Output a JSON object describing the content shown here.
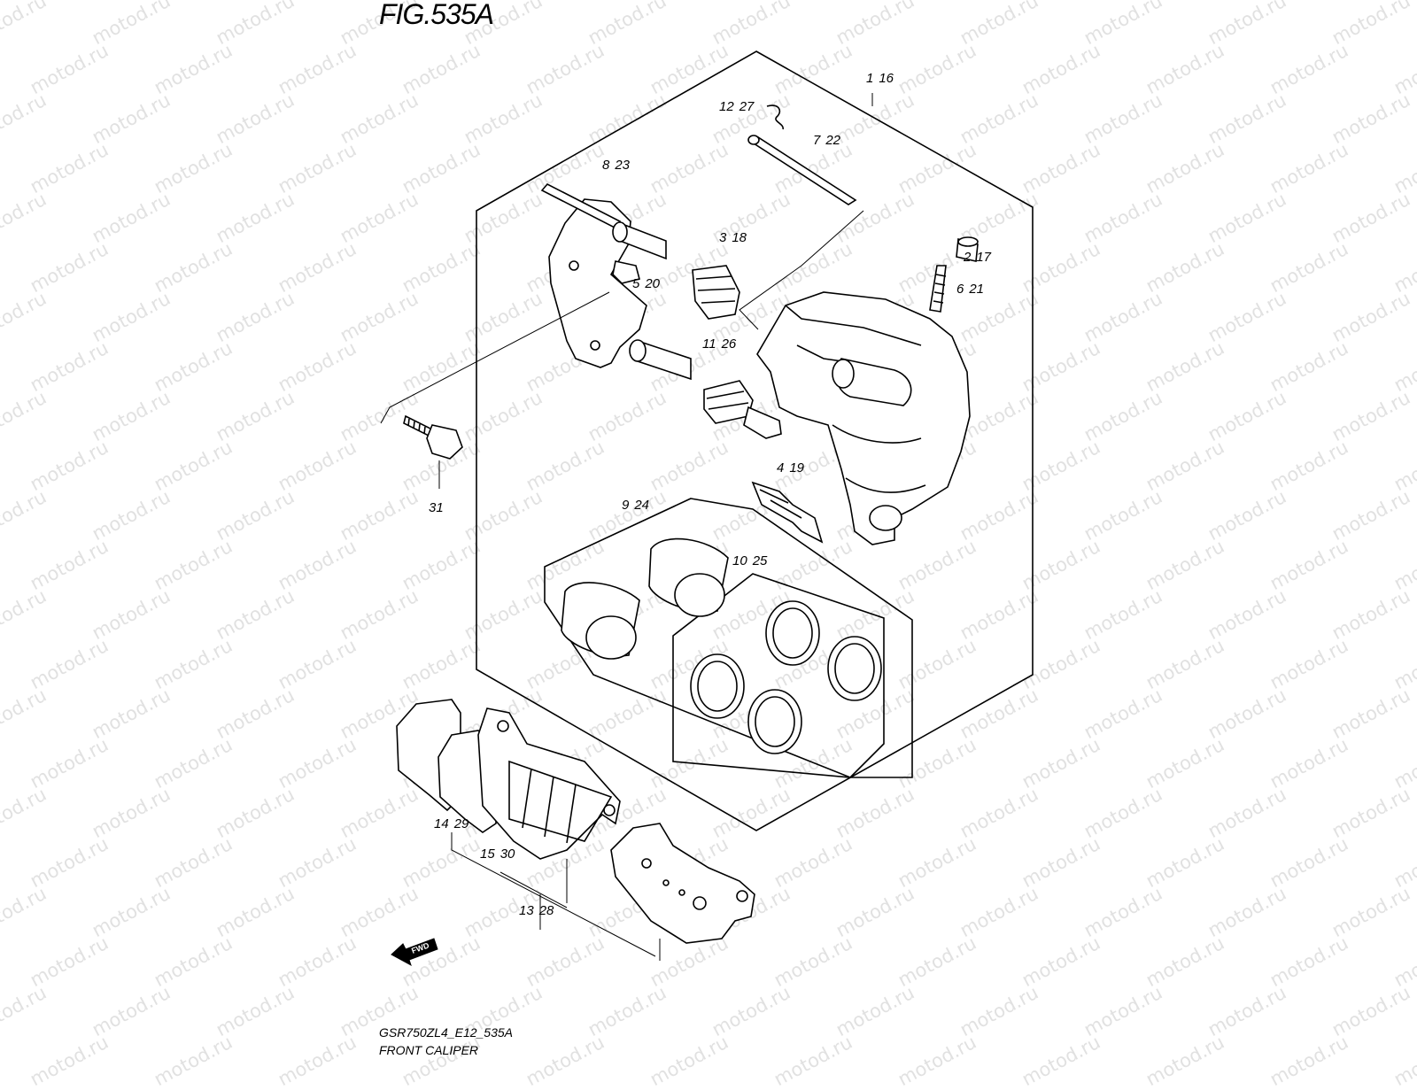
{
  "figure": {
    "title": "FIG.535A",
    "code": "GSR750ZL4_E12_535A",
    "subtitle": "FRONT CALIPER"
  },
  "watermark": "motod.ru",
  "fwd_label": "FWD",
  "parts": [
    {
      "ref": "1",
      "num": "16"
    },
    {
      "ref": "12",
      "num": "27"
    },
    {
      "ref": "7",
      "num": "22"
    },
    {
      "ref": "8",
      "num": "23"
    },
    {
      "ref": "3",
      "num": "18"
    },
    {
      "ref": "2",
      "num": "17"
    },
    {
      "ref": "5",
      "num": "20"
    },
    {
      "ref": "6",
      "num": "21"
    },
    {
      "ref": "11",
      "num": "26"
    },
    {
      "ref": "31",
      "num": ""
    },
    {
      "ref": "4",
      "num": "19"
    },
    {
      "ref": "9",
      "num": "24"
    },
    {
      "ref": "10",
      "num": "25"
    },
    {
      "ref": "14",
      "num": "29"
    },
    {
      "ref": "15",
      "num": "30"
    },
    {
      "ref": "13",
      "num": "28"
    }
  ]
}
